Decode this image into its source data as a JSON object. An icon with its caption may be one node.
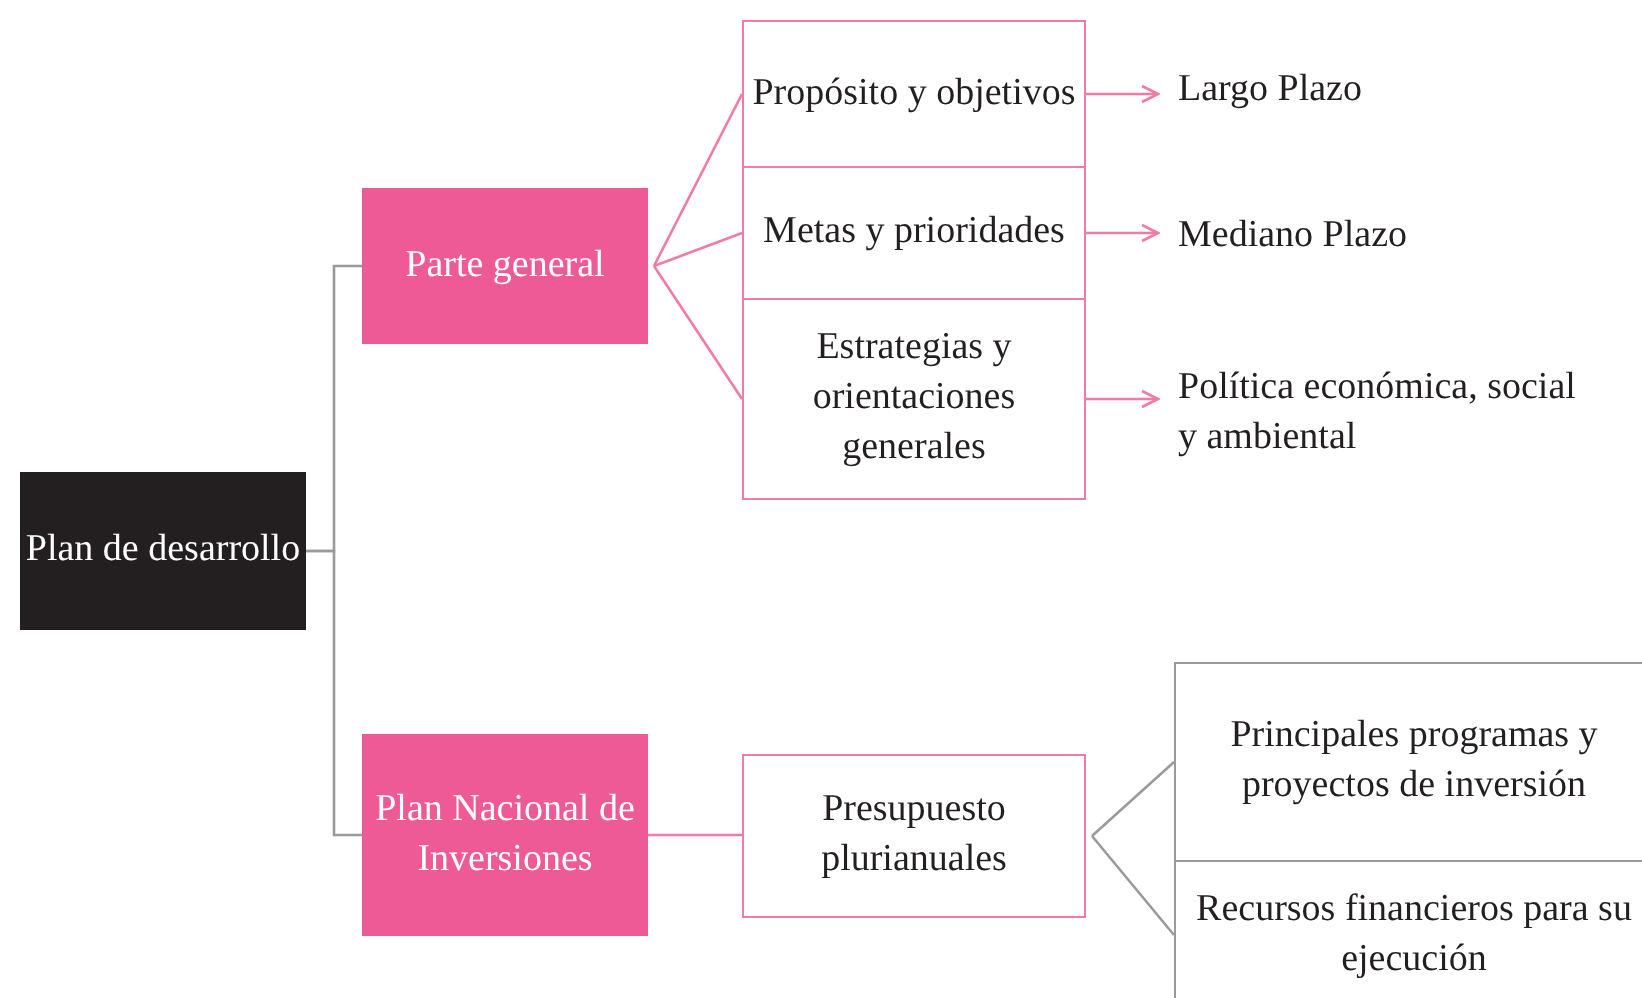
{
  "diagram": {
    "nodes": [
      {
        "text": [
          "Plan de desarrollo"
        ]
      },
      {
        "text": [
          "Parte general"
        ]
      },
      {
        "text": [
          "Plan Nacional de Inversiones"
        ]
      },
      {
        "text": [
          "Propósito y objetivos"
        ]
      },
      {
        "text": [
          "Metas y prioridades"
        ]
      },
      {
        "text": [
          "Estrategias y orientaciones generales"
        ]
      },
      {
        "text": [
          "Largo Plazo"
        ]
      },
      {
        "text": [
          "Mediano Plazo"
        ]
      },
      {
        "text": [
          "Política económica, social y ambiental"
        ]
      },
      {
        "text": [
          "Presupuesto plurianuales"
        ]
      },
      {
        "text": [
          "Principales programas y proyectos de inversión"
        ]
      },
      {
        "text": [
          "Recursos financieros para su ejecución"
        ]
      }
    ],
    "edges": [
      {
        "from": 0,
        "to": 1,
        "arrow": "none",
        "color": "#9a9a9a"
      },
      {
        "from": 0,
        "to": 2,
        "arrow": "none",
        "color": "#9a9a9a"
      },
      {
        "from": 1,
        "to": 3,
        "arrow": "none"
      },
      {
        "from": 1,
        "to": 4,
        "arrow": "none"
      },
      {
        "from": 1,
        "to": 5,
        "arrow": "none"
      },
      {
        "from": 3,
        "to": 6,
        "arrow": "to"
      },
      {
        "from": 4,
        "to": 7,
        "arrow": "to"
      },
      {
        "from": 5,
        "to": 8,
        "arrow": "to"
      },
      {
        "from": 2,
        "to": 9,
        "arrow": "none"
      },
      {
        "from": 9,
        "to": 10,
        "arrow": "none",
        "color": "#9a9a9a"
      },
      {
        "from": 9,
        "to": 11,
        "arrow": "none",
        "color": "#9a9a9a"
      }
    ]
  }
}
